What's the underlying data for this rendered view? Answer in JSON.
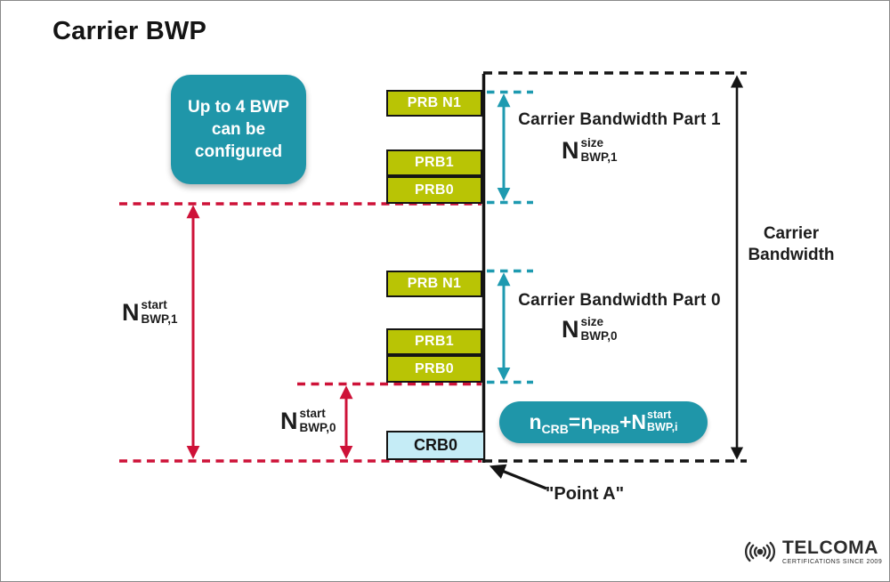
{
  "title": "Carrier BWP",
  "note_box": {
    "text": "Up to 4 BWP\ncan be\nconfigured"
  },
  "bwp_part1": {
    "title": "Carrier Bandwidth Part 1",
    "size_label": {
      "base": "N",
      "sup": "size",
      "sub": "BWP,1"
    },
    "blocks": [
      "PRB N1",
      "PRB1",
      "PRB0"
    ]
  },
  "bwp_part0": {
    "title": "Carrier Bandwidth Part 0",
    "size_label": {
      "base": "N",
      "sup": "size",
      "sub": "BWP,0"
    },
    "blocks": [
      "PRB N1",
      "PRB1",
      "PRB0"
    ]
  },
  "crb_block": "CRB0",
  "carrier_bandwidth_label": "Carrier\nBandwidth",
  "start_label_1": {
    "base": "N",
    "sup": "start",
    "sub": "BWP,1"
  },
  "start_label_0": {
    "base": "N",
    "sup": "start",
    "sub": "BWP,0"
  },
  "point_a_label": "\"Point A\"",
  "formula": {
    "term1": "n",
    "term1_sub": "CRB",
    "equals": "=",
    "term2": "n",
    "term2_sub": "PRB",
    "plus": "+",
    "term3": "N",
    "term3_sup": "start",
    "term3_sub": "BWP,i"
  },
  "logo": {
    "name": "TELCOMA",
    "tagline": "CERTIFICATIONS SINCE 2009"
  },
  "colors": {
    "teal_accent": "#1f96a9",
    "teal_lines": "#1e9ab0",
    "olive_block": "#b9c405",
    "crimson_lines": "#ce1238",
    "crb_cyan": "#c5ecf6",
    "line_black": "#141414"
  }
}
